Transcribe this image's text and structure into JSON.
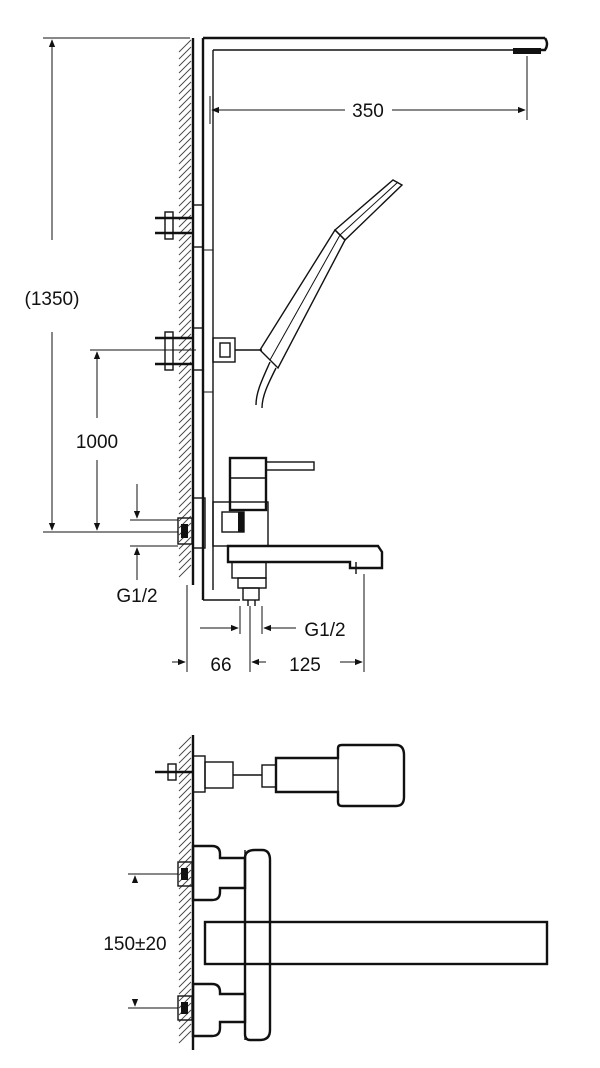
{
  "dimensions": {
    "spout_reach": "350",
    "total_height": "(1350)",
    "mixer_height": "1000",
    "inlet_thread_upper": "G1/2",
    "outlet_thread": "G1/2",
    "wall_offset": "66",
    "spout_length": "125",
    "inlet_spacing": "150±20"
  }
}
